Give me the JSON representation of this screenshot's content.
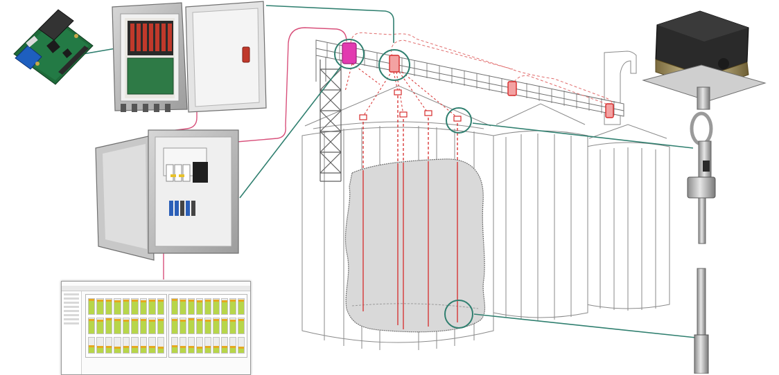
{
  "figure": {
    "components": [
      "microcontroller-board",
      "junction-box",
      "power-cabinet",
      "monitoring-software",
      "grain-silos",
      "cable-sensor"
    ],
    "colors": {
      "communication_line": "#2f7f6f",
      "power_line": "#d84f7a",
      "sensor_cable": "#d62a2a",
      "grain_fill": "#d9d9d9",
      "silo_outline": "#8a8a8a",
      "highlight_circle": "#2f7f6f",
      "module_highlight": "#e040b0"
    }
  },
  "monitor": {
    "title": "",
    "level_fill": [
      [
        0.85,
        0.8,
        0.82,
        0.78,
        0.84,
        0.81,
        0.77,
        0.83,
        0.8
      ],
      [
        0.82,
        0.79,
        0.86,
        0.8,
        0.78,
        0.84,
        0.81,
        0.79,
        0.83
      ],
      [
        0.35,
        0.3,
        0.32,
        0.28,
        0.33,
        0.31,
        0.3,
        0.34,
        0.29
      ]
    ]
  }
}
